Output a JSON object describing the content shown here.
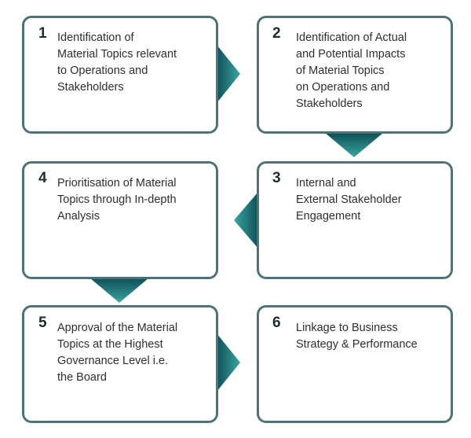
{
  "steps": [
    {
      "number": "1",
      "lines": [
        "Identification of",
        "Material Topics relevant",
        "to Operations and",
        "Stakeholders"
      ]
    },
    {
      "number": "2",
      "lines": [
        "Identification of Actual",
        "and Potential Impacts",
        "of Material Topics",
        "on Operations and",
        "Stakeholders"
      ]
    },
    {
      "number": "3",
      "lines": [
        "Internal and",
        "External Stakeholder",
        "Engagement"
      ]
    },
    {
      "number": "4",
      "lines": [
        "Prioritisation of Material",
        "Topics through In-depth",
        "Analysis"
      ]
    },
    {
      "number": "5",
      "lines": [
        "Approval of the Material",
        "Topics at the Highest",
        "Governance Level i.e.",
        "the Board"
      ]
    },
    {
      "number": "6",
      "lines": [
        "Linkage to Business",
        "Strategy & Performance"
      ]
    }
  ],
  "colors": {
    "border": "#4e7278",
    "arrow_light": "#3aa6a0",
    "arrow_dark": "#0f4f57"
  }
}
